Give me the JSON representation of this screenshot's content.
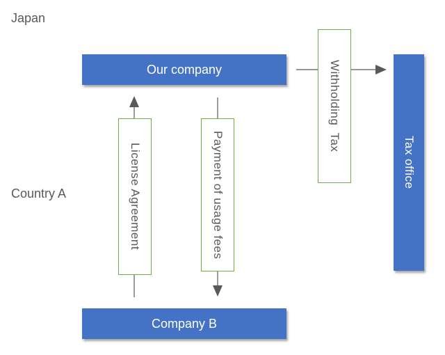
{
  "regions": {
    "top": "Japan",
    "bottom": "Country A"
  },
  "nodes": {
    "our_company": "Our company",
    "company_b": "Company B",
    "tax_office": "Tax office"
  },
  "flows": {
    "license": "License Agreement",
    "payment": "Payment of usage fees",
    "withholding": "Withholding  Tax"
  },
  "colors": {
    "box_fill": "#4472c4",
    "label_border": "#70ad47",
    "arrow": "#595959",
    "text": "#595959"
  }
}
